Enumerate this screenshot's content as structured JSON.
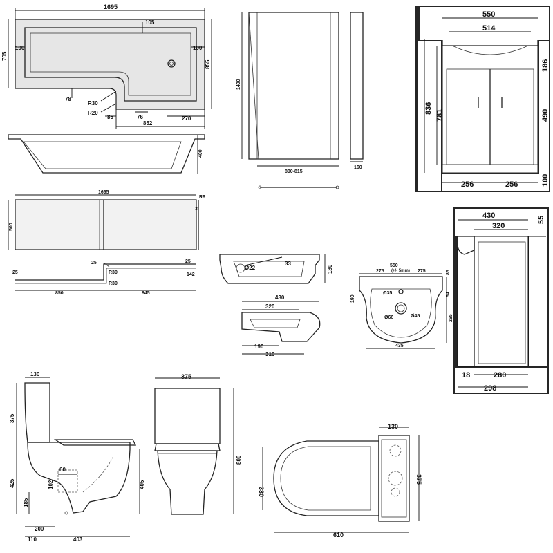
{
  "bath_plan": {
    "length": "1695",
    "width": "705",
    "width_right": "855",
    "inner_left": "100",
    "inner_right": "100",
    "inner_top": "105",
    "step_78": "78",
    "r30": "R30",
    "r20": "R20",
    "d85": "85",
    "d76": "76",
    "d270": "270",
    "d852": "852"
  },
  "bath_side": {
    "height": "400"
  },
  "screen": {
    "height": "1400",
    "width": "800-815",
    "depth": "160"
  },
  "bath_panel": {
    "length": "1695",
    "height": "500",
    "r6": "R6",
    "t3": "3",
    "s25a": "25",
    "s25b": "25",
    "s25c": "25",
    "r30a": "R30",
    "r30b": "R30",
    "end142": "142",
    "len850": "850",
    "len845": "845"
  },
  "vanity_large": {
    "width": "550",
    "inner": "514",
    "total_h": "836",
    "unit_h": "781",
    "basin_h": "186",
    "door_h": "490",
    "plinth": "100",
    "door_w1": "256",
    "door_w2": "256"
  },
  "basin_side": {
    "tap_dia": "Ø22",
    "tap_depth": "33",
    "height": "180",
    "depth": "430",
    "inner": "320",
    "d190": "190",
    "d310": "310"
  },
  "basin_plan": {
    "width": "550",
    "tolerance": "(+/- 5mm)",
    "left": "275",
    "right": "275",
    "top": "85",
    "d190": "190",
    "tap": "Ø35",
    "d54": "54",
    "waste": "Ø66",
    "waste2": "Ø45",
    "d265": "265",
    "bottom": "435"
  },
  "vanity_side": {
    "depth": "430",
    "inner": "320",
    "lip": "55",
    "toe": "18",
    "base": "280",
    "total": "298"
  },
  "wc_side": {
    "cistern": "130",
    "cistern_h": "375",
    "pan_h": "425",
    "total_h": "405",
    "outlet_w": "60",
    "outlet_h": "102",
    "outlet_low": "185",
    "back": "200",
    "setout": "110",
    "projection": "403"
  },
  "wc_front": {
    "width": "375",
    "height": "800"
  },
  "wc_plan": {
    "cistern": "130",
    "width": "330",
    "tank_w": "375",
    "length": "610"
  }
}
